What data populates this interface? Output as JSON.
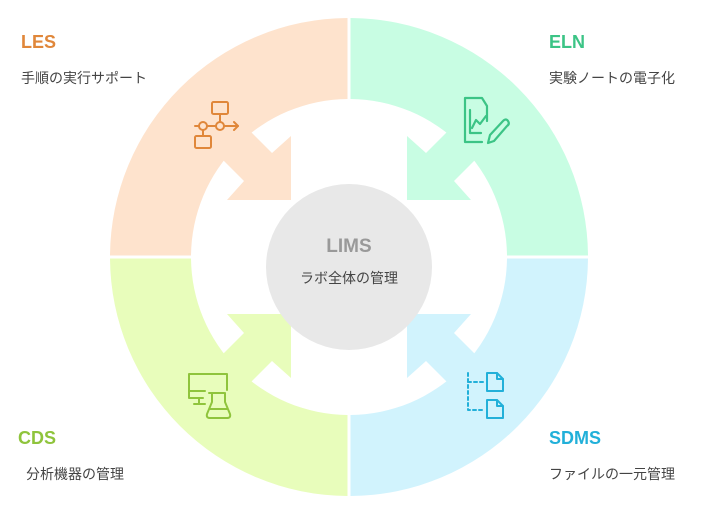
{
  "center": {
    "title": "LIMS",
    "description": "ラボ全体の管理",
    "color": "#e8e8e8",
    "title_color": "#999999"
  },
  "segments": [
    {
      "id": "les",
      "title": "LES",
      "description": "手順の実行サポート",
      "fill": "#fee3cd",
      "accent": "#e0873a",
      "icon": "workflow-icon"
    },
    {
      "id": "eln",
      "title": "ELN",
      "description": "実験ノートの電子化",
      "fill": "#c8fde3",
      "accent": "#3cc486",
      "icon": "notebook-chart-pen-icon"
    },
    {
      "id": "sdms",
      "title": "SDMS",
      "description": "ファイルの一元管理",
      "fill": "#d1f3fd",
      "accent": "#22b0d9",
      "icon": "file-tree-icon"
    },
    {
      "id": "cds",
      "title": "CDS",
      "description": "分析機器の管理",
      "fill": "#e8fdbb",
      "accent": "#8fc43c",
      "icon": "monitor-flask-icon"
    }
  ]
}
